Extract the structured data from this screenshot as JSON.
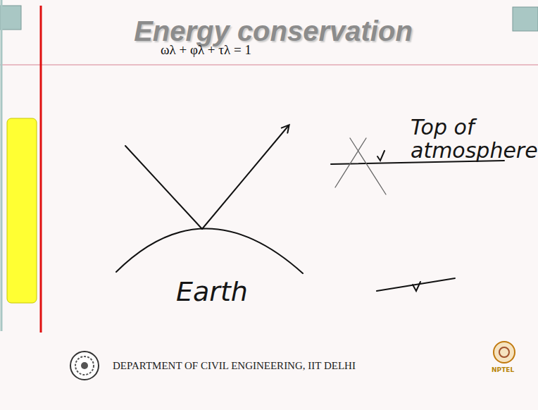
{
  "diagram": {
    "title": "Energy conservation",
    "labels": [
      "ωλ + φλ + τλ = 1",
      "Earth",
      "Top of atmosphere",
      "DEPARTMENT OF CIVIL ENGINEERING, IIT DELHI",
      "NPTEL"
    ]
  }
}
